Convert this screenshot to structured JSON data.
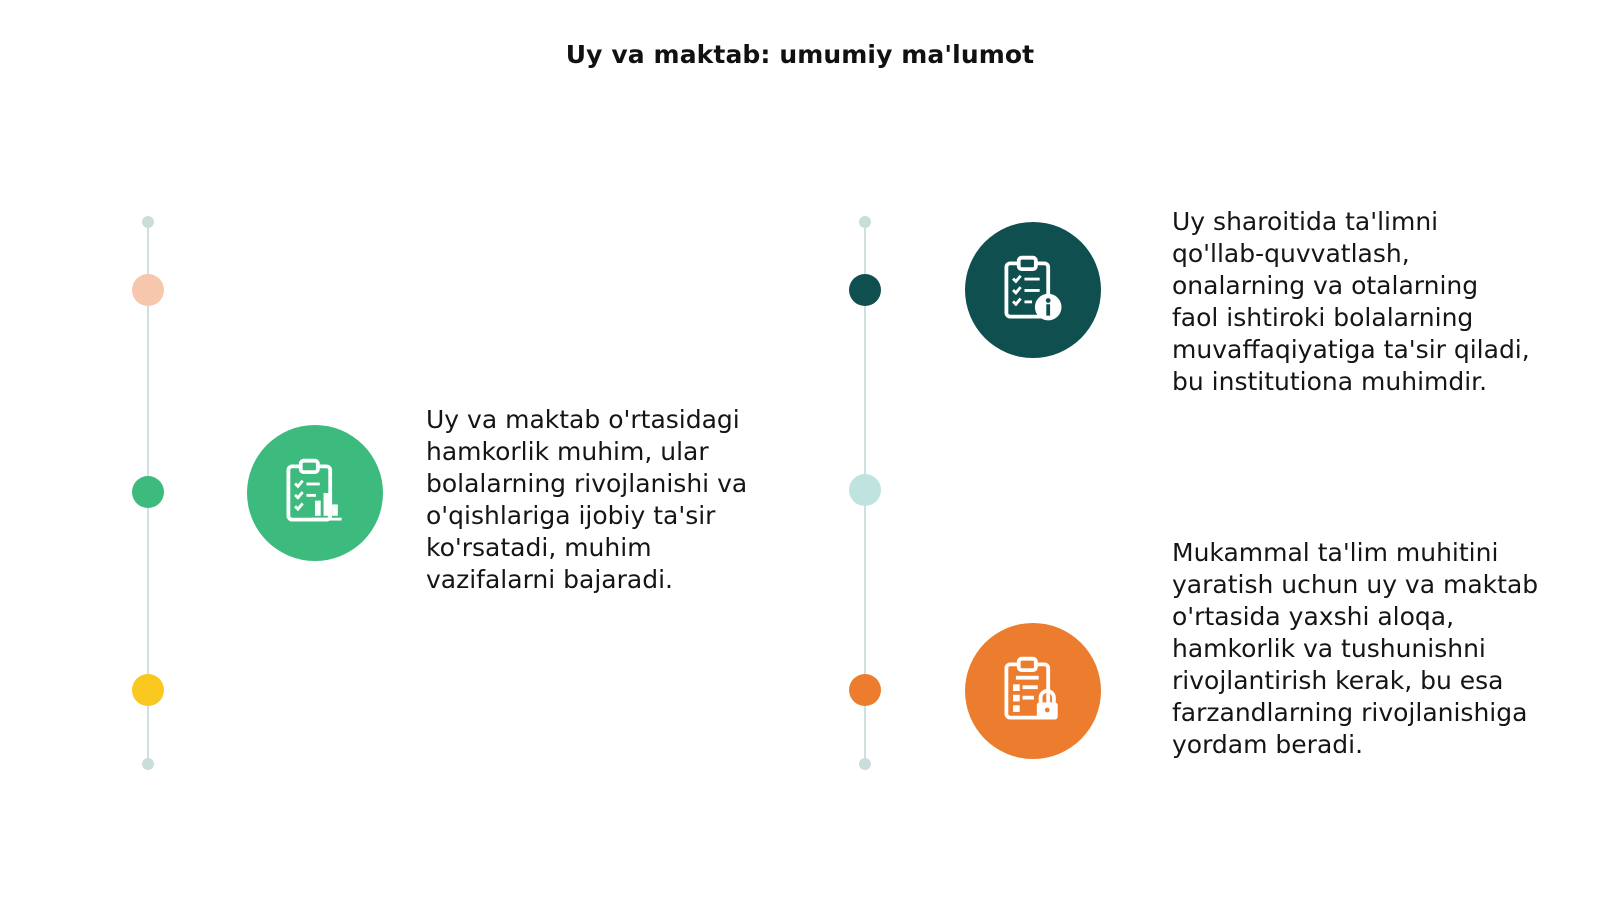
{
  "title": "Uy va maktab: umumiy ma'lumot",
  "colors": {
    "line": "#cfe0e0",
    "small_dot": "#c9ddda",
    "peach": "#f7c7ad",
    "green": "#3dba7d",
    "yellow": "#f8c81f",
    "teal_dark": "#0f4f4f",
    "teal_light": "#bfe3df",
    "orange": "#ec7d2e"
  },
  "items": [
    {
      "icon": "clipboard-chart-icon",
      "text": "Uy va maktab o'rtasidagi hamkorlik muhim, ular bolalarning rivojlanishi va o'qishlariga ijobiy ta'sir ko'rsatadi, muhim vazifalarni bajaradi."
    },
    {
      "icon": "clipboard-info-icon",
      "text": "Uy sharoitida ta'limni qo'llab-quvvatlash, onalarning va otalarning faol ishtiroki bolalarning muvaffaqiyatiga ta'sir qiladi, bu institutiona muhimdir."
    },
    {
      "icon": "clipboard-lock-icon",
      "text": "Mukammal ta'lim muhitini yaratish uchun uy va maktab o'rtasida yaxshi aloqa, hamkorlik va tushunishni rivojlantirish kerak, bu esa farzandlarning rivojlanishiga yordam beradi."
    }
  ]
}
